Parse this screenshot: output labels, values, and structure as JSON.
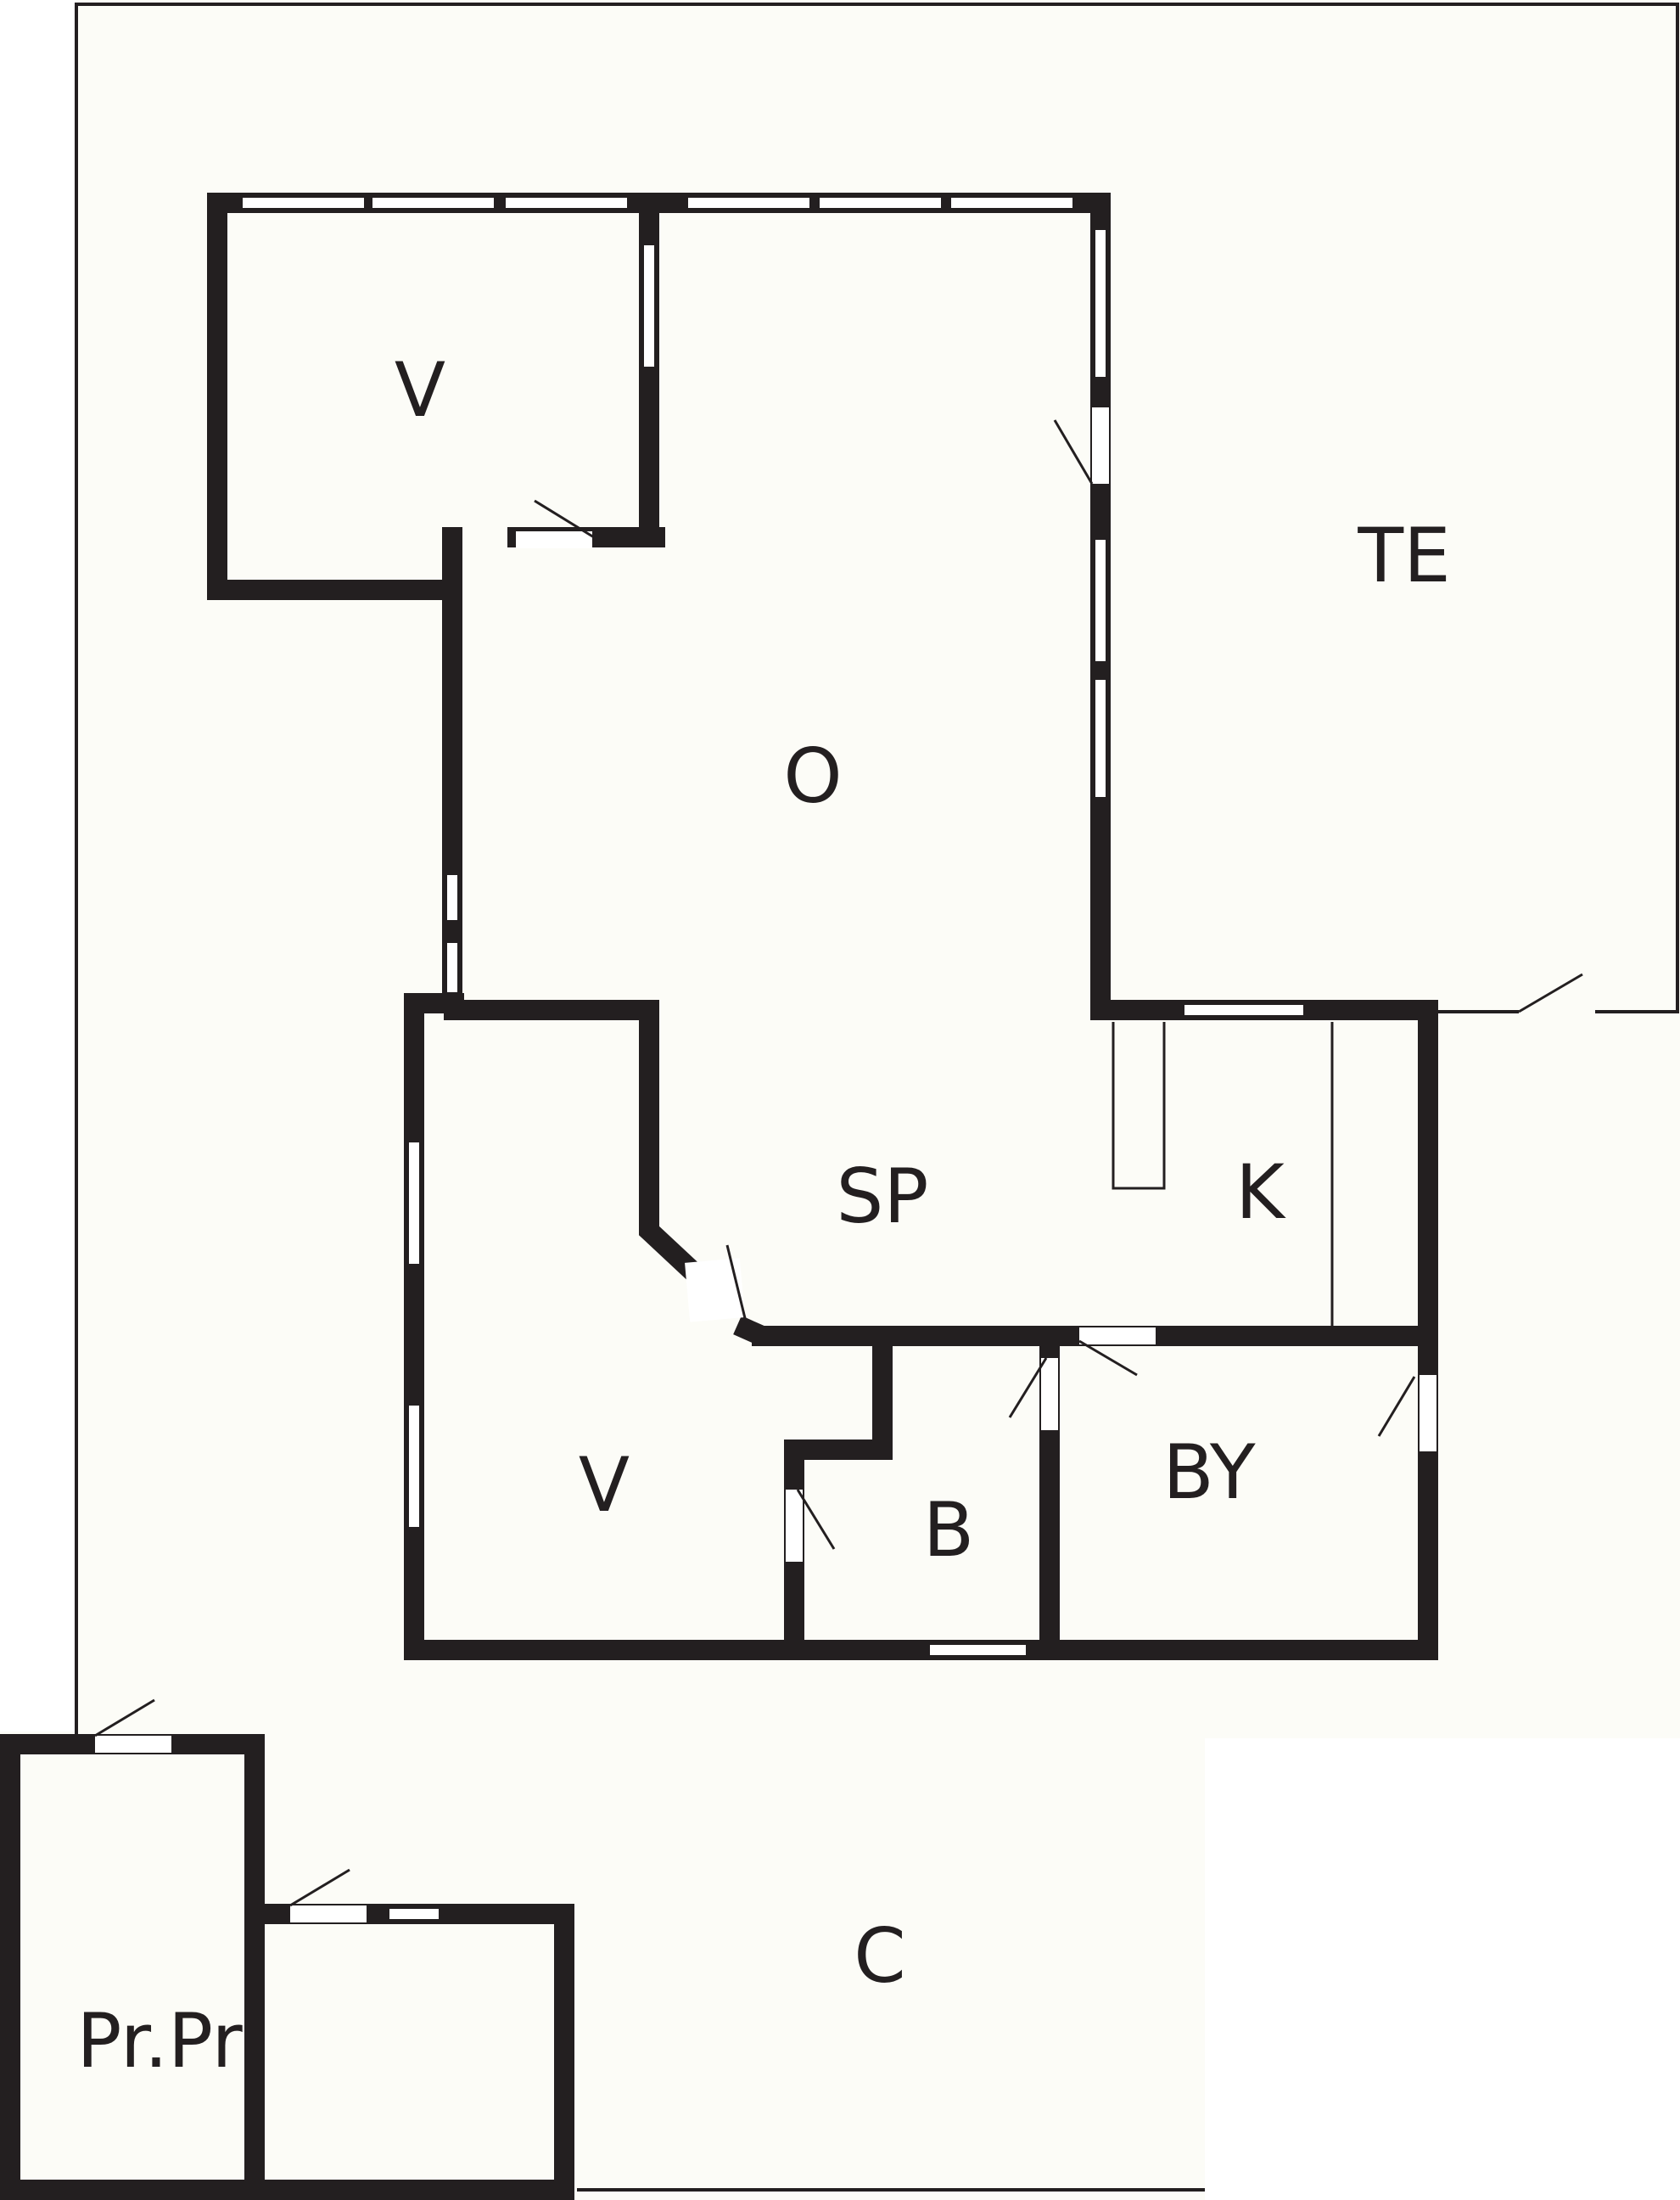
{
  "colors": {
    "wall": "#231f20",
    "floor": "#fcfcf7",
    "background": "#ffffff",
    "window": "#ffffff"
  },
  "rooms": {
    "terrace": "TE",
    "bedroom_top": "V",
    "living": "O",
    "dining": "SP",
    "kitchen": "K",
    "bedroom_bottom": "V",
    "bathroom": "B",
    "utility": "BY",
    "courtyard": "C",
    "storage": "Pr.Pr"
  }
}
